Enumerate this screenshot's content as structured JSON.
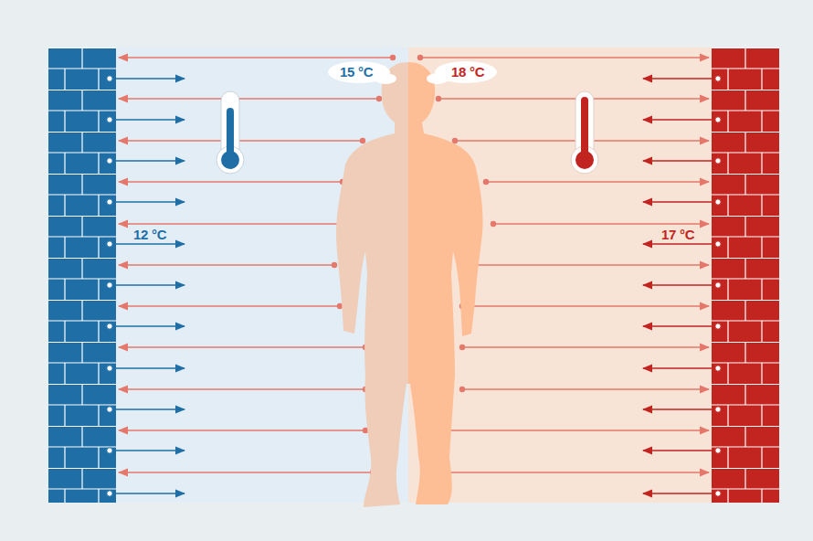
{
  "diagram": {
    "labels": [
      "15 °C",
      "18 °C",
      "12 °C",
      "17 °C"
    ]
  }
}
